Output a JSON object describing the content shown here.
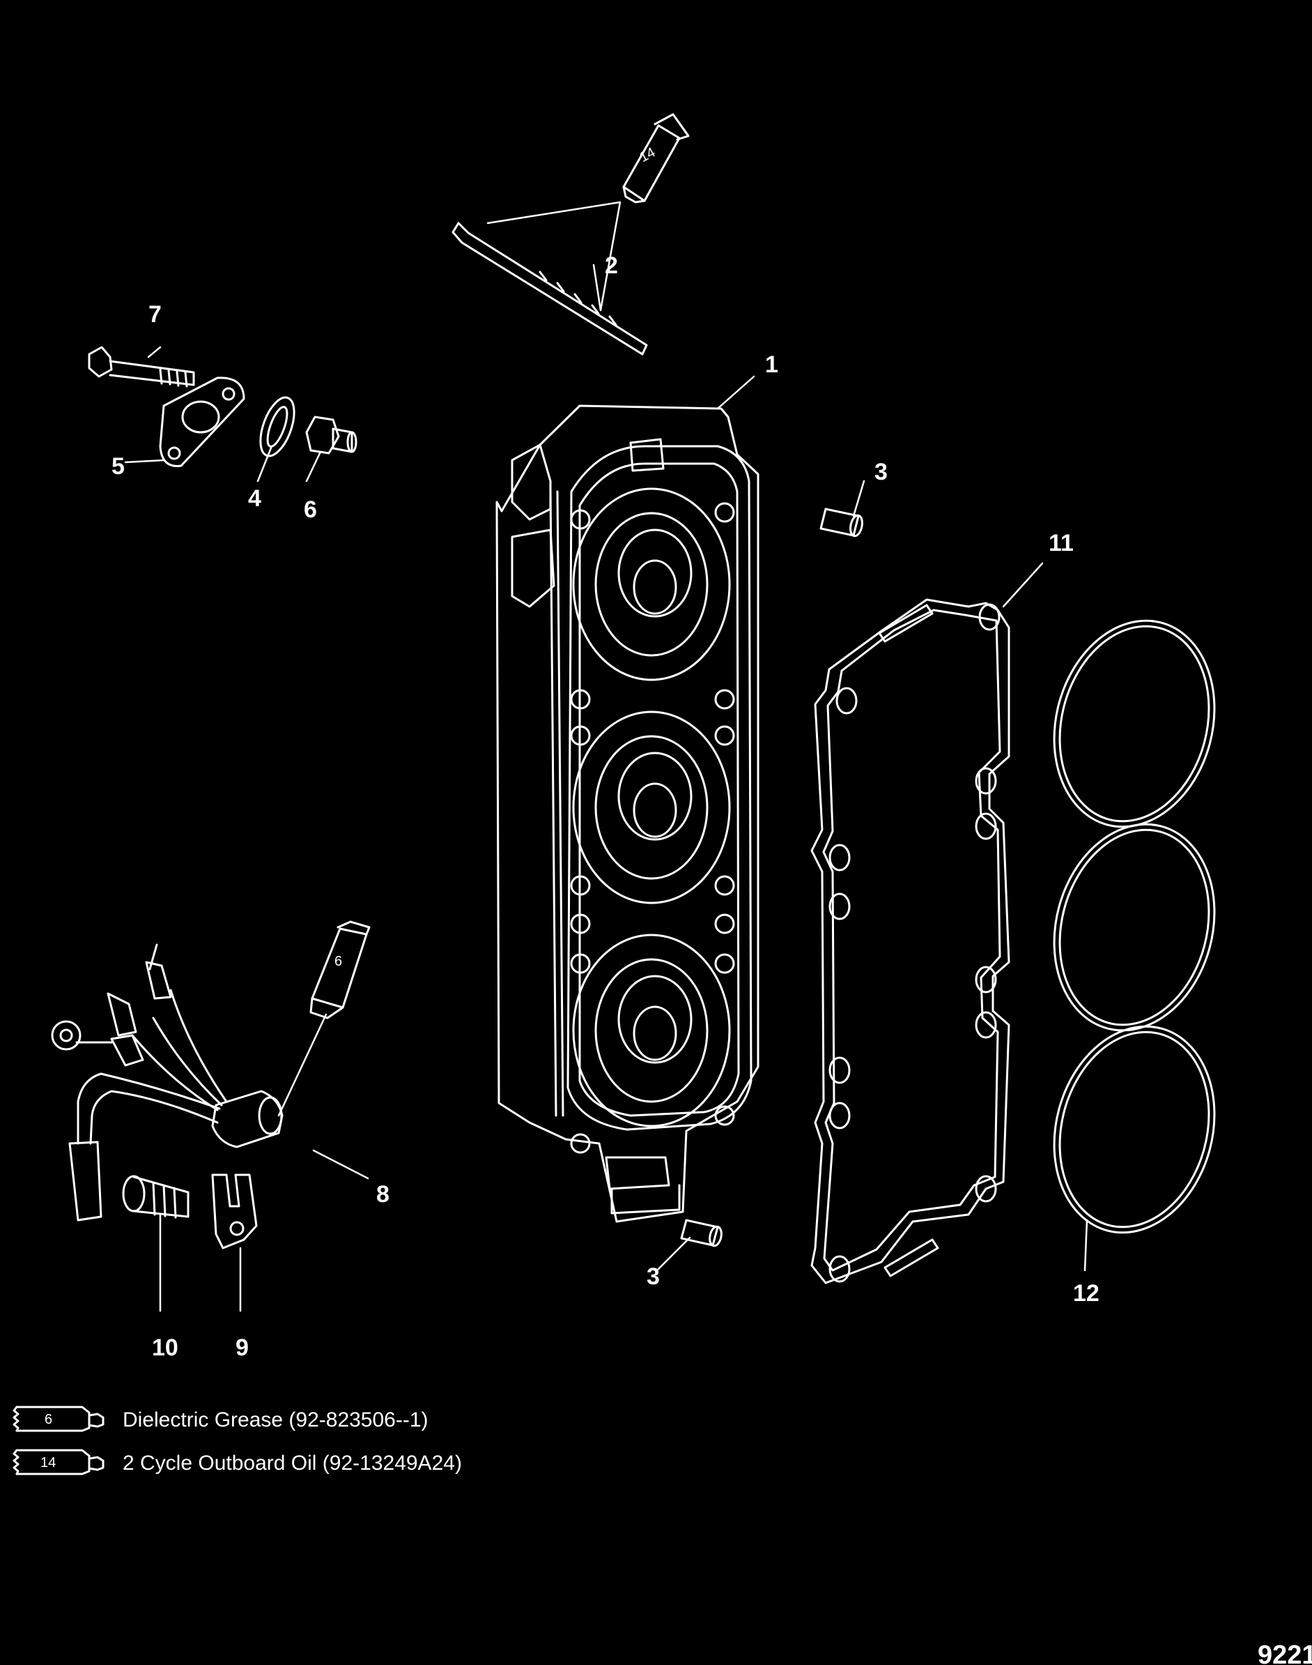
{
  "callouts": {
    "c1": "1",
    "c2": "2",
    "c3a": "3",
    "c3b": "3",
    "c4": "4",
    "c5": "5",
    "c6": "6",
    "c7": "7",
    "c8": "8",
    "c9": "9",
    "c10": "10",
    "c11": "11",
    "c12": "12"
  },
  "tube_labels": {
    "top": "14",
    "harness": "6"
  },
  "legend": [
    {
      "number": "6",
      "text": "Dielectric Grease (92-823506--1)"
    },
    {
      "number": "14",
      "text": "2 Cycle Outboard Oil (92-13249A24)"
    }
  ],
  "figure_id": "9221",
  "colors": {
    "background": "#000000",
    "line": "#ffffff"
  }
}
